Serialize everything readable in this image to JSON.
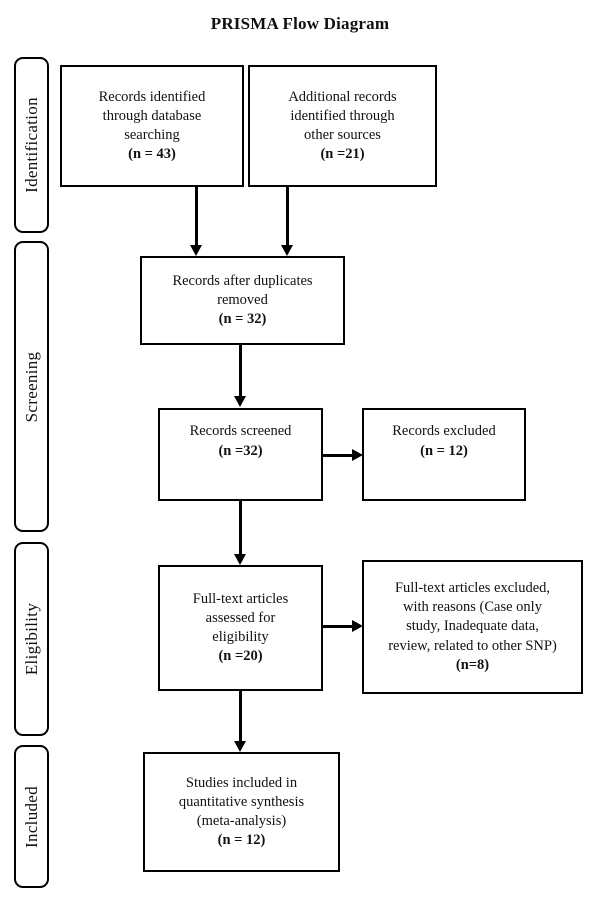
{
  "diagram": {
    "title": "PRISMA Flow Diagram",
    "type": "prisma-flow-diagram",
    "stages": [
      {
        "id": "identification",
        "label": "Identification"
      },
      {
        "id": "screening",
        "label": "Screening"
      },
      {
        "id": "eligibility",
        "label": "Eligibility"
      },
      {
        "id": "included",
        "label": "Included"
      }
    ],
    "boxes": [
      {
        "id": "records-identified-database",
        "stage": "identification",
        "lines": [
          "Records identified",
          "through database",
          "searching"
        ],
        "count_label": "(n = 43)",
        "count": 43
      },
      {
        "id": "additional-records-other-sources",
        "stage": "identification",
        "lines": [
          "Additional records",
          "identified through",
          "other sources"
        ],
        "count_label": "(n =21)",
        "count": 21
      },
      {
        "id": "records-after-duplicates-removed",
        "stage": "screening",
        "lines": [
          "Records after duplicates",
          "removed"
        ],
        "count_label": "(n = 32)",
        "count": 32
      },
      {
        "id": "records-screened",
        "stage": "screening",
        "lines": [
          "Records screened"
        ],
        "count_label": "(n =32)",
        "count": 32
      },
      {
        "id": "records-excluded",
        "stage": "screening",
        "lines": [
          "Records excluded"
        ],
        "count_label": "(n =  12)",
        "count": 12
      },
      {
        "id": "full-text-assessed",
        "stage": "eligibility",
        "lines": [
          "Full-text articles",
          "assessed for",
          "eligibility"
        ],
        "count_label": "(n =20)",
        "count": 20
      },
      {
        "id": "full-text-excluded",
        "stage": "eligibility",
        "lines": [
          "Full-text articles excluded,",
          "with reasons (Case only",
          "study, Inadequate data,",
          "review, related to other SNP)"
        ],
        "count_label": "(n=8)",
        "count": 8
      },
      {
        "id": "studies-included",
        "stage": "included",
        "lines": [
          "Studies included in",
          "quantitative synthesis",
          "(meta-analysis)"
        ],
        "count_label": "(n = 12)",
        "count": 12
      }
    ],
    "connectors": [
      {
        "id": "db-to-duplicates",
        "from": "records-identified-database",
        "to": "records-after-duplicates-removed",
        "direction": "down"
      },
      {
        "id": "other-to-duplicates",
        "from": "additional-records-other-sources",
        "to": "records-after-duplicates-removed",
        "direction": "down"
      },
      {
        "id": "duplicates-to-screened",
        "from": "records-after-duplicates-removed",
        "to": "records-screened",
        "direction": "down"
      },
      {
        "id": "screened-to-excluded",
        "from": "records-screened",
        "to": "records-excluded",
        "direction": "right"
      },
      {
        "id": "screened-to-fulltext",
        "from": "records-screened",
        "to": "full-text-assessed",
        "direction": "down"
      },
      {
        "id": "fulltext-to-fulltext-excluded",
        "from": "full-text-assessed",
        "to": "full-text-excluded",
        "direction": "right"
      },
      {
        "id": "fulltext-to-included",
        "from": "full-text-assessed",
        "to": "studies-included",
        "direction": "down"
      }
    ],
    "colors": {
      "stroke": "#000000",
      "background": "#ffffff",
      "text": "#111111"
    }
  }
}
